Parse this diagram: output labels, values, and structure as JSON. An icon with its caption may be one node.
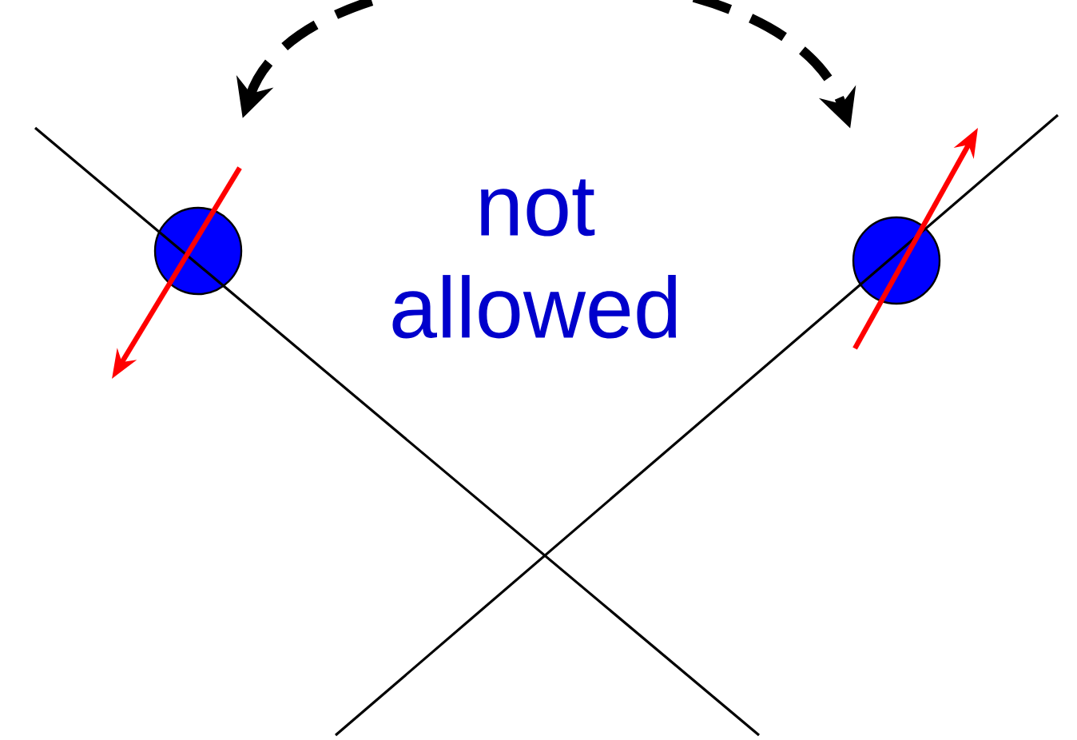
{
  "diagram": {
    "nodes": [
      {
        "text": [],
        "shape": "circle"
      },
      {
        "text": [],
        "shape": "circle"
      }
    ],
    "edges": [
      {
        "from": 0,
        "to": 1,
        "arrow": "both",
        "style": "dashed"
      }
    ],
    "labels": [
      "not allowed"
    ]
  }
}
